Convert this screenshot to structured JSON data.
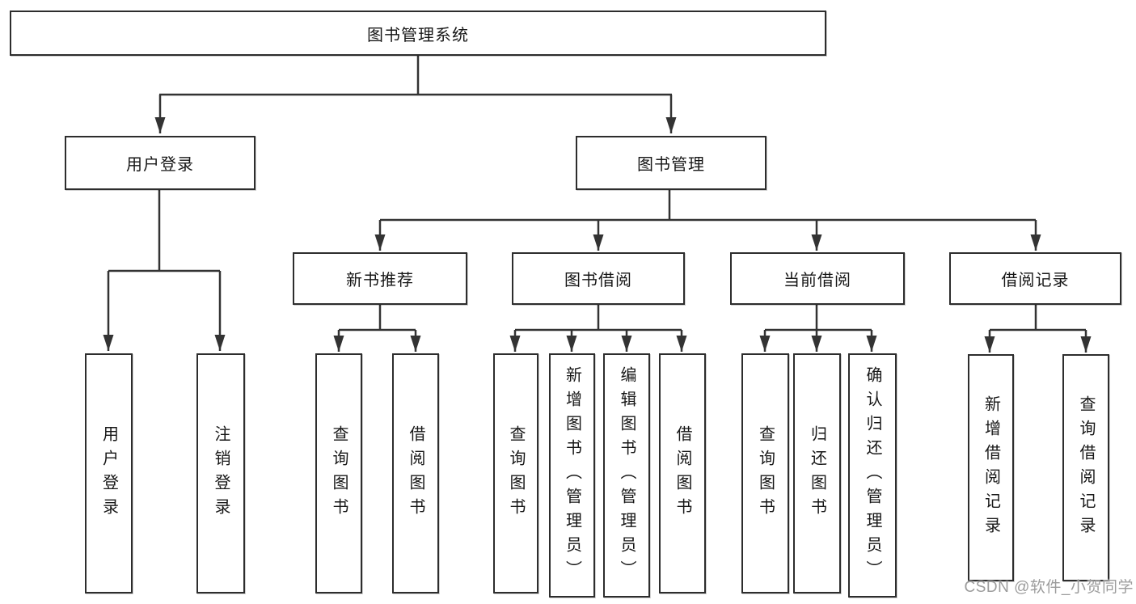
{
  "diagram": {
    "type": "tree",
    "title": "图书管理系统",
    "nodes": {
      "root": {
        "label": "图书管理系统"
      },
      "user_login": {
        "label": "用户登录"
      },
      "book_mgmt": {
        "label": "图书管理"
      },
      "new_book_rec": {
        "label": "新书推荐"
      },
      "book_borrow": {
        "label": "图书借阅"
      },
      "current_borrow": {
        "label": "当前借阅"
      },
      "borrow_records": {
        "label": "借阅记录"
      },
      "ul_login": {
        "label": "用户登录"
      },
      "ul_logout": {
        "label": "注销登录"
      },
      "nbr_query": {
        "label": "查询图书"
      },
      "nbr_borrow": {
        "label": "借阅图书"
      },
      "bb_query": {
        "label": "查询图书"
      },
      "bb_add": {
        "label": "新增图书（管理员）"
      },
      "bb_edit": {
        "label": "编辑图书（管理员）"
      },
      "bb_borrow": {
        "label": "借阅图书"
      },
      "cb_query": {
        "label": "查询图书"
      },
      "cb_return": {
        "label": "归还图书"
      },
      "cb_confirm": {
        "label": "确认归还（管理员）"
      },
      "br_add": {
        "label": "新增借阅记录"
      },
      "br_query": {
        "label": "查询借阅记录"
      }
    },
    "hierarchy": {
      "图书管理系统": {
        "用户登录": [
          "用户登录",
          "注销登录"
        ],
        "图书管理": {
          "新书推荐": [
            "查询图书",
            "借阅图书"
          ],
          "图书借阅": [
            "查询图书",
            "新增图书（管理员）",
            "编辑图书（管理员）",
            "借阅图书"
          ],
          "当前借阅": [
            "查询图书",
            "归还图书",
            "确认归还（管理员）"
          ],
          "借阅记录": [
            "新增借阅记录",
            "查询借阅记录"
          ]
        }
      }
    },
    "colors": {
      "line": "#333333",
      "box_border": "#2d2d2d",
      "box_fill": "#ffffff",
      "text": "#171717",
      "watermark": "#9c9c9c",
      "background": "#ffffff"
    },
    "watermark": {
      "text": "CSDN @软件_小贺同学"
    }
  }
}
